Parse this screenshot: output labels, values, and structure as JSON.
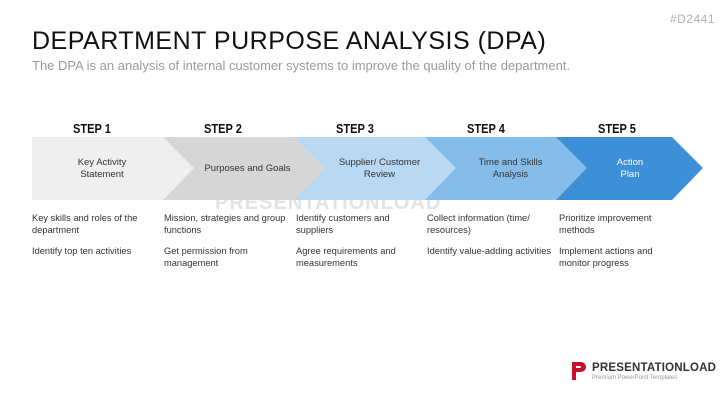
{
  "slide_code": "#D2441",
  "title": "DEPARTMENT PURPOSE ANALYSIS (DPA)",
  "subtitle": "The DPA is an analysis of internal customer systems to improve the quality of the department.",
  "watermark": "PRESENTATIONLOAD",
  "steps": [
    {
      "step": "STEP 1",
      "line1": "Key Activity",
      "line2": "Statement",
      "color": "#efefef",
      "items": [
        "Key skills and roles of the department",
        "Identify top ten activities"
      ]
    },
    {
      "step": "STEP 2",
      "line1": "Purposes and Goals",
      "line2": "",
      "color": "#d6d6d6",
      "items": [
        "Mission, strategies and group functions",
        "Get permission from management"
      ]
    },
    {
      "step": "STEP 3",
      "line1": "Supplier/ Customer",
      "line2": "Review",
      "color": "#b9d8f1",
      "items": [
        "Identify customers and suppliers",
        "Agree requirements and measurements"
      ]
    },
    {
      "step": "STEP 4",
      "line1": "Time and Skills",
      "line2": "Analysis",
      "color": "#86bce9",
      "items": [
        "Collect information (time/ resources)",
        "Identify value-adding activities"
      ]
    },
    {
      "step": "STEP 5",
      "line1": "Action",
      "line2": "Plan",
      "color": "#3d8fd8",
      "items": [
        "Prioritize improvement methods",
        "Implement actions and monitor progress"
      ]
    }
  ],
  "logo": {
    "name_part1": "PRESENTATION",
    "name_part2": "LOAD",
    "tagline": "Premium PowerPoint Templates",
    "brand_color": "#c8102e"
  }
}
